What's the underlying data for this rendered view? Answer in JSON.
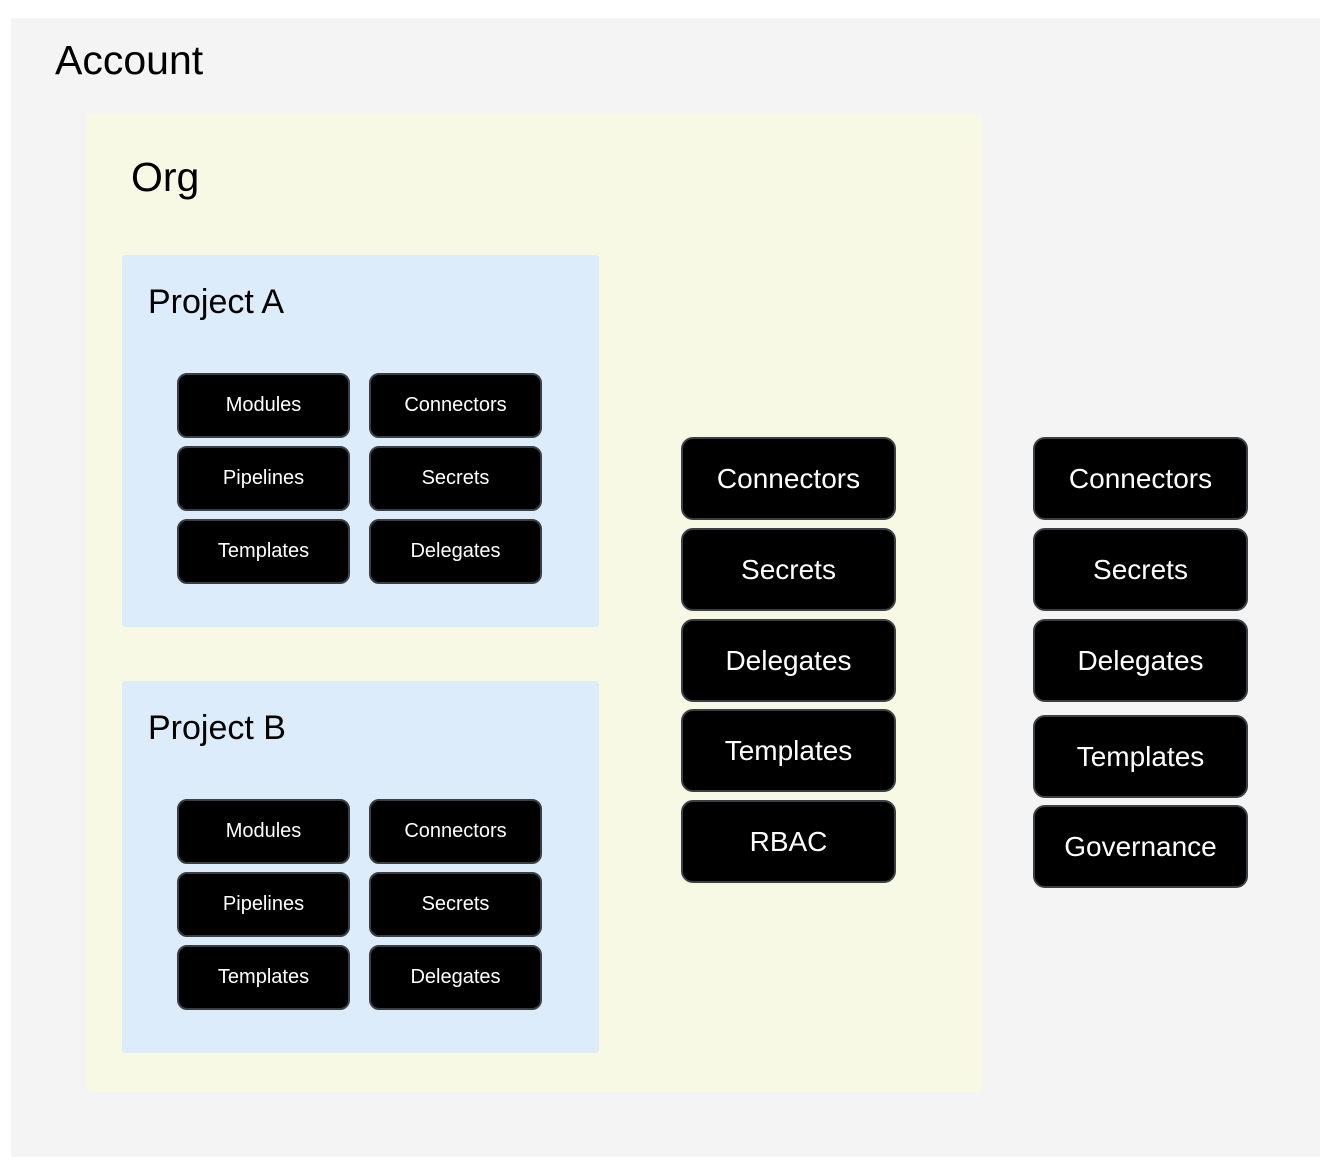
{
  "account": {
    "title": "Account",
    "items": [
      "Connectors",
      "Secrets",
      "Delegates",
      "Templates",
      "Governance"
    ]
  },
  "org": {
    "title": "Org",
    "items": [
      "Connectors",
      "Secrets",
      "Delegates",
      "Templates",
      "RBAC"
    ]
  },
  "projects": [
    {
      "title": "Project A",
      "items": [
        "Modules",
        "Connectors",
        "Pipelines",
        "Secrets",
        "Templates",
        "Delegates"
      ]
    },
    {
      "title": "Project B",
      "items": [
        "Modules",
        "Connectors",
        "Pipelines",
        "Secrets",
        "Templates",
        "Delegates"
      ]
    }
  ],
  "colors": {
    "account_bg": "#f4f4f4",
    "org_bg": "#f8f9e4",
    "project_bg": "#dcecfb",
    "chip_bg": "#000000",
    "chip_text": "#ffffff"
  }
}
